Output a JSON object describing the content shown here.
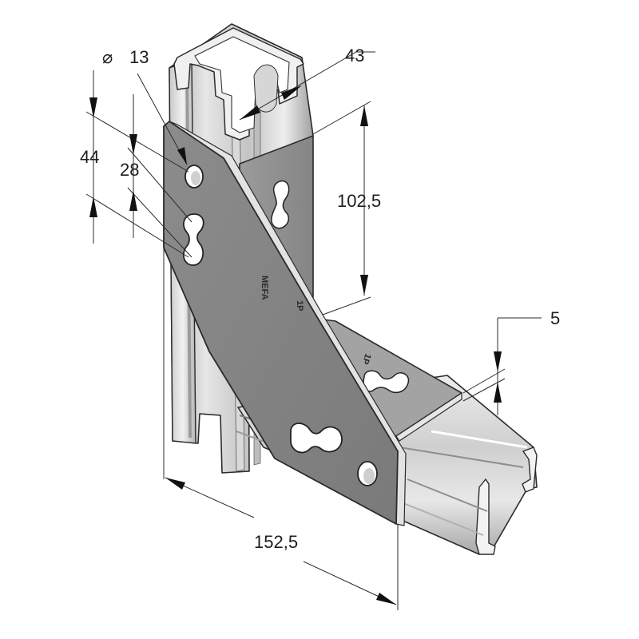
{
  "drawing": {
    "dimensions": {
      "hole_diameter": {
        "symbol": "⌀",
        "value": "13"
      },
      "channel_width": "43",
      "outer_slot_pitch": "44",
      "inner_slot_pitch": "28",
      "upright_height": "102,5",
      "plate_thickness": "5",
      "overall_length": "152,5"
    },
    "stamps": {
      "brand": "MEFA",
      "mark_upper": "1P",
      "mark_lower": "1P"
    }
  }
}
